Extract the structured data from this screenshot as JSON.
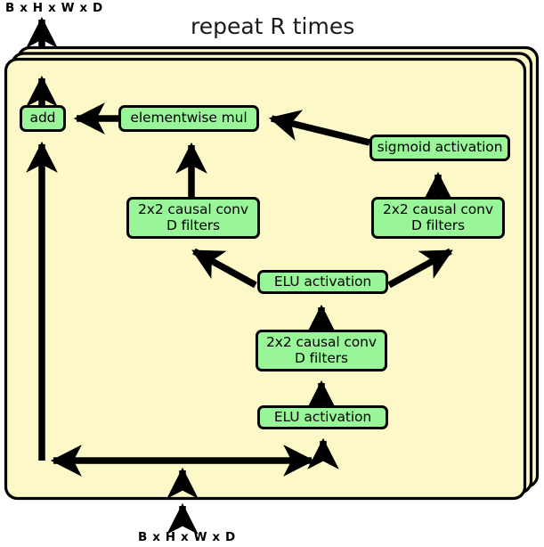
{
  "figure": {
    "title": "repeat R times",
    "top_label": "B x H x W x D",
    "bottom_label": "B x H x W x D",
    "panel_stack_count": 3,
    "colors": {
      "panel_fill": "#fcf8c8",
      "node_fill": "#98f598",
      "stroke": "#000000",
      "background": "#ffffff",
      "title_text": "#1a1a1a"
    }
  },
  "nodes": [
    {
      "id": "add",
      "label": "add"
    },
    {
      "id": "mul",
      "label": "elementwise mul"
    },
    {
      "id": "sigmoid",
      "label": "sigmoid activation"
    },
    {
      "id": "conv_left",
      "label": "2x2 causal conv\nD filters"
    },
    {
      "id": "conv_right",
      "label": "2x2 causal conv\nD filters"
    },
    {
      "id": "elu_mid",
      "label": "ELU activation"
    },
    {
      "id": "conv_mid",
      "label": "2x2 causal conv\nD filters"
    },
    {
      "id": "elu_bottom",
      "label": "ELU activation"
    }
  ],
  "edges": [
    {
      "from": "input",
      "to": "split"
    },
    {
      "from": "split",
      "to": "skip-left"
    },
    {
      "from": "split",
      "to": "elu_bottom"
    },
    {
      "from": "elu_bottom",
      "to": "conv_mid"
    },
    {
      "from": "conv_mid",
      "to": "elu_mid"
    },
    {
      "from": "elu_mid",
      "to": "conv_left"
    },
    {
      "from": "elu_mid",
      "to": "conv_right"
    },
    {
      "from": "conv_left",
      "to": "mul"
    },
    {
      "from": "conv_right",
      "to": "sigmoid"
    },
    {
      "from": "sigmoid",
      "to": "mul"
    },
    {
      "from": "mul",
      "to": "add"
    },
    {
      "from": "skip-left",
      "to": "add"
    },
    {
      "from": "add",
      "to": "output"
    }
  ]
}
